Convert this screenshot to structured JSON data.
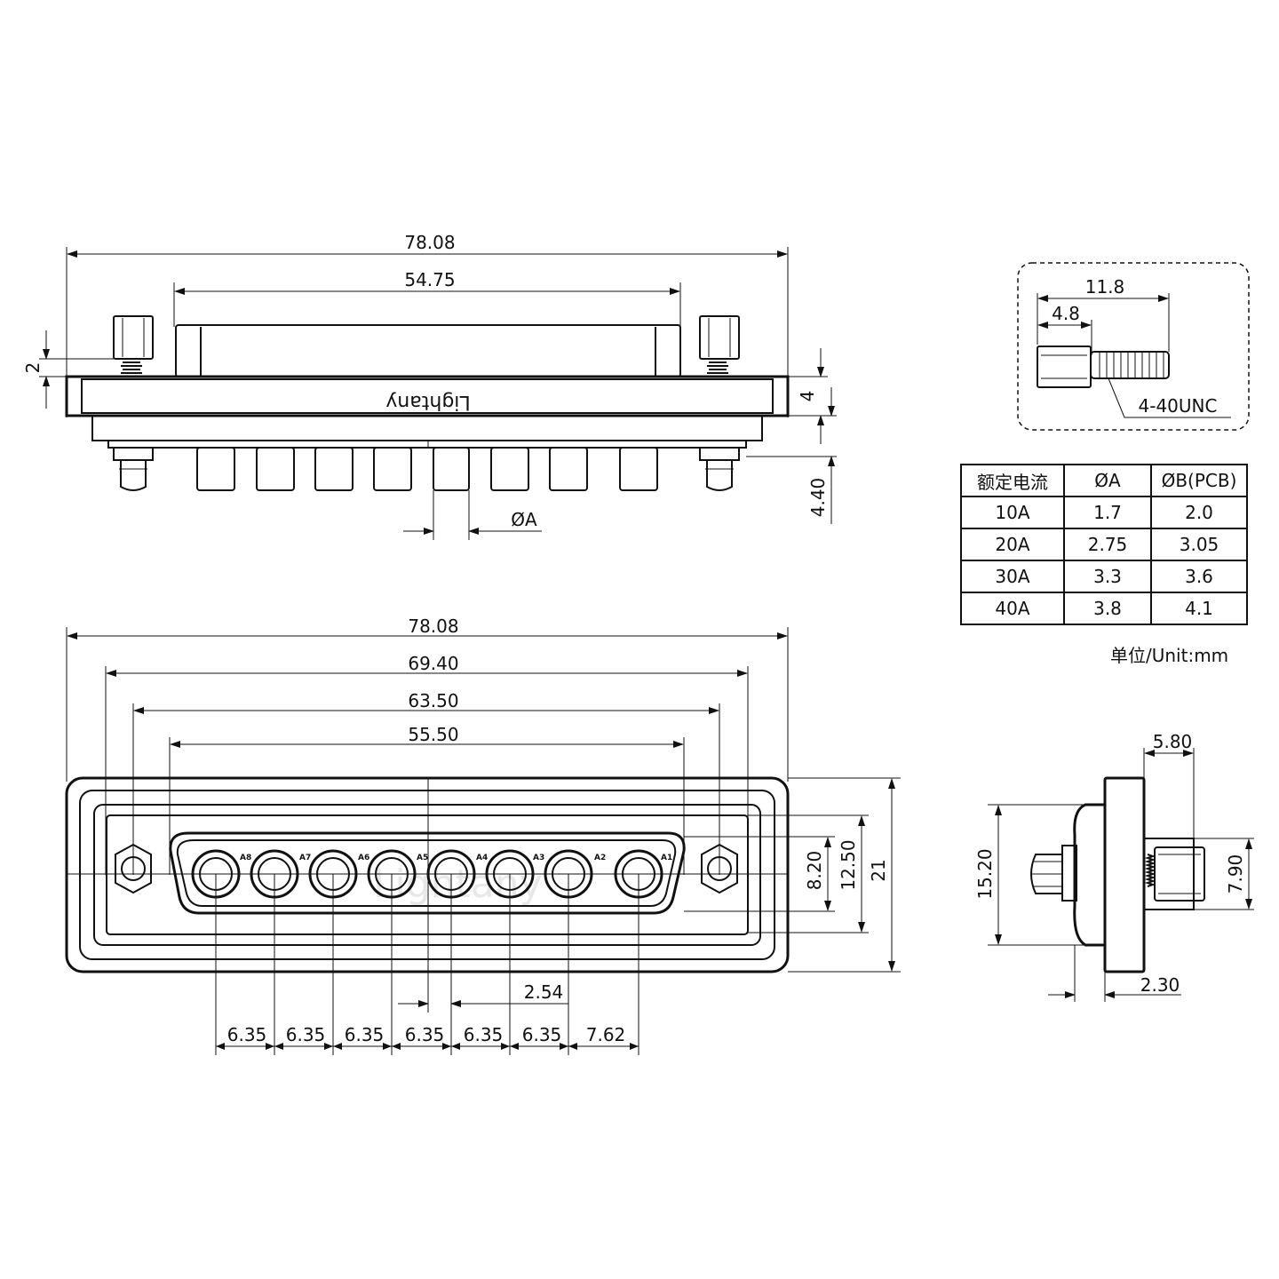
{
  "top_view": {
    "overall_width": "78.08",
    "shell_width": "54.75",
    "thread_gap": "2",
    "flange_thickness": "4",
    "pin_protrusion": "4.40",
    "pin_diameter_label": "ØA",
    "logo": "Lightany"
  },
  "front_view": {
    "overall_width": "78.08",
    "mount_hole_span": "69.40",
    "hole_centers": "63.50",
    "shell_inner": "55.50",
    "height_inner": "8.20",
    "height_shell": "12.50",
    "height_overall": "21",
    "offset": "2.54",
    "pitches": [
      "6.35",
      "6.35",
      "6.35",
      "6.35",
      "6.35",
      "6.35",
      "7.62"
    ],
    "contact_labels": [
      "A8",
      "A7",
      "A6",
      "A5",
      "A4",
      "A3",
      "A2",
      "A1"
    ]
  },
  "screw_detail": {
    "length": "11.8",
    "head_length": "4.8",
    "thread": "4-40UNC"
  },
  "side_view": {
    "body_depth": "5.80",
    "flange_height": "15.20",
    "shell_height": "7.90",
    "flange_thickness": "2.30"
  },
  "spec_table": {
    "headers": [
      "额定电流",
      "ØA",
      "ØB(PCB)"
    ],
    "rows": [
      [
        "10A",
        "1.7",
        "2.0"
      ],
      [
        "20A",
        "2.75",
        "3.05"
      ],
      [
        "30A",
        "3.3",
        "3.6"
      ],
      [
        "40A",
        "3.8",
        "4.1"
      ]
    ],
    "unit_note": "单位/Unit:mm"
  },
  "watermark": "Lightany"
}
